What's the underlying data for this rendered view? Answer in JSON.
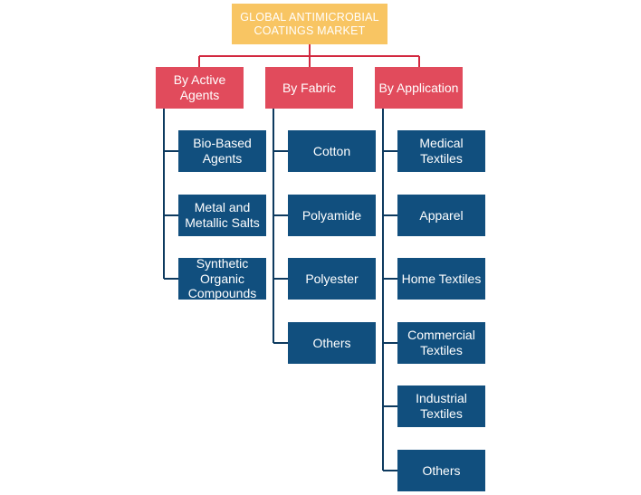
{
  "colors": {
    "root_fill": "#f8c563",
    "category_fill": "#e14b5c",
    "leaf_fill": "#114f7e",
    "root_connector": "#d2283f",
    "branch_connector": "#0d3a5f",
    "text": "#ffffff"
  },
  "root": {
    "label_line1": "GLOBAL ANTIMICROBIAL",
    "label_line2": "COATINGS MARKET"
  },
  "categories": [
    {
      "label_line1": "By Active",
      "label_line2": "Agents",
      "items": [
        {
          "line1": "Bio-Based",
          "line2": "Agents"
        },
        {
          "line1": "Metal and",
          "line2": "Metallic Salts"
        },
        {
          "line1": "Synthetic",
          "line2": "Organic",
          "line3": "Compounds"
        }
      ]
    },
    {
      "label_line1": "By Fabric",
      "items": [
        {
          "line1": "Cotton"
        },
        {
          "line1": "Polyamide"
        },
        {
          "line1": "Polyester"
        },
        {
          "line1": "Others"
        }
      ]
    },
    {
      "label_line1": "By Application",
      "items": [
        {
          "line1": "Medical",
          "line2": "Textiles"
        },
        {
          "line1": "Apparel"
        },
        {
          "line1": "Home Textiles"
        },
        {
          "line1": "Commercial",
          "line2": "Textiles"
        },
        {
          "line1": "Industrial",
          "line2": "Textiles"
        },
        {
          "line1": "Others"
        }
      ]
    }
  ]
}
